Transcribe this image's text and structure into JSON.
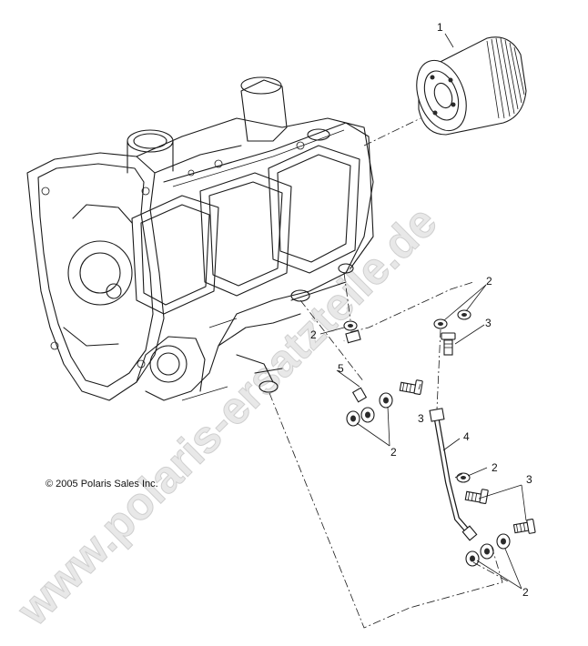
{
  "watermark": "www.polaris-ersatzteile.de",
  "copyright": "© 2005 Polaris Sales Inc.",
  "callouts": {
    "oil_filter": "1",
    "gasket_upper_left": "2",
    "gasket_upper_right": "2",
    "bolt_upper_right": "3",
    "hose_5": "5",
    "bolt_middle": "3",
    "gaskets_lower_left": "2",
    "hose_4": "4",
    "gasket_lower_right": "2",
    "bolts_lower_right": "3",
    "gaskets_bottom": "2"
  }
}
